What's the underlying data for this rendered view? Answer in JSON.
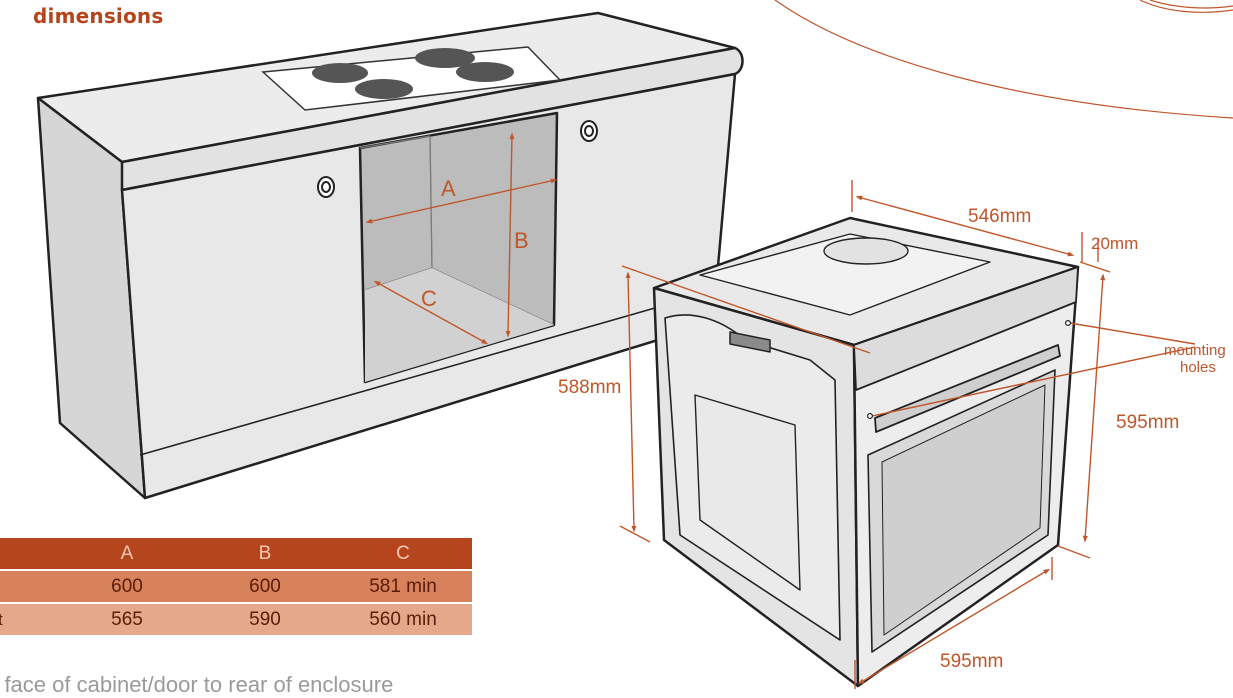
{
  "heading": "dimensions",
  "cabinet_labels": {
    "a": "A",
    "b": "B",
    "c": "C"
  },
  "oven_dimensions": {
    "top_depth": "546mm",
    "panel_thickness": "20mm",
    "side_height": "588mm",
    "front_height": "595mm",
    "front_width": "595mm",
    "mounting": "mounting",
    "holes": "holes"
  },
  "table": {
    "headers": [
      "A",
      "B",
      "C"
    ],
    "rows": [
      {
        "label": "",
        "a": "600",
        "b": "600",
        "c": "581 min"
      },
      {
        "label": "t",
        "a": "565",
        "b": "590",
        "c": "560 min"
      }
    ]
  },
  "footnote": "m face of cabinet/door to rear of enclosure",
  "colors": {
    "accent": "#b5441a",
    "dim_line": "#c0562a",
    "cabinet": "#e6e6e6",
    "cavity": "#bcbcbc"
  }
}
